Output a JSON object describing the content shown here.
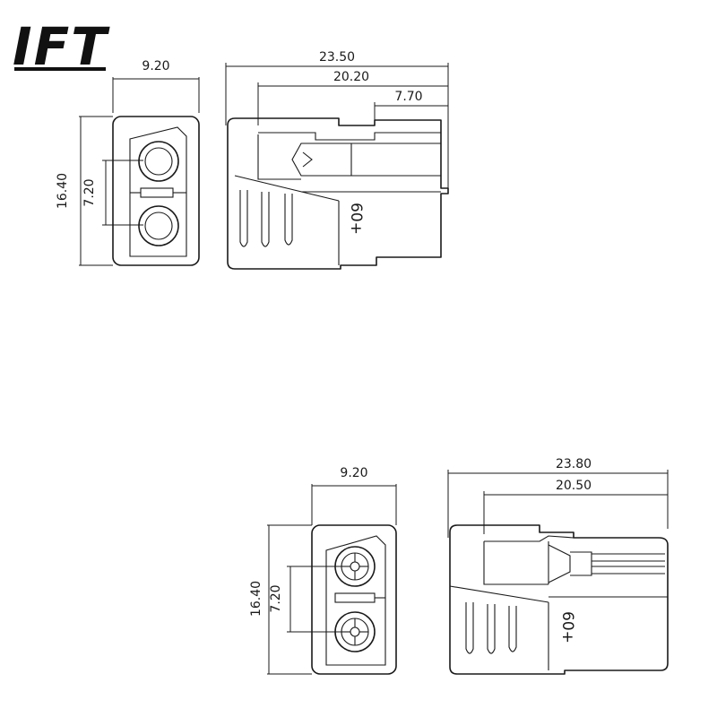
{
  "logo": {
    "text": "IFT"
  },
  "top_connector": {
    "front_width": "9.20",
    "front_height": "16.40",
    "pin_pitch": "7.20",
    "side_total": "23.50",
    "side_body": "20.20",
    "side_pin": "7.70",
    "polarity_mark": "60+"
  },
  "bottom_connector": {
    "front_width": "9.20",
    "front_height": "16.40",
    "pin_pitch": "7.20",
    "side_total": "23.80",
    "side_body": "20.50",
    "polarity_mark": "60+"
  }
}
